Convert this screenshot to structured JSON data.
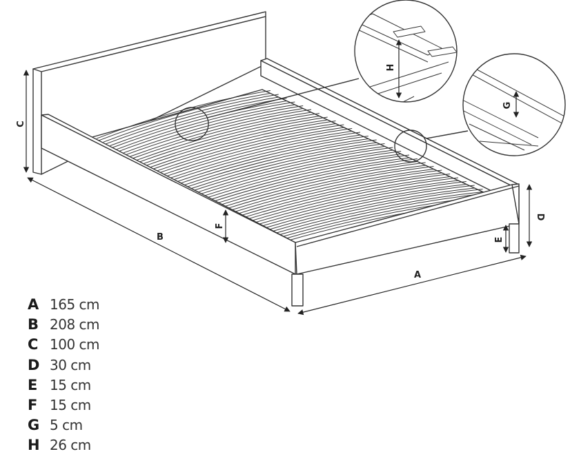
{
  "diagram": {
    "labels": {
      "A": "A",
      "B": "B",
      "C": "C",
      "D": "D",
      "E": "E",
      "F": "F",
      "G": "G",
      "H": "H"
    }
  },
  "legend": [
    {
      "letter": "A",
      "value": "165 cm"
    },
    {
      "letter": "B",
      "value": "208 cm"
    },
    {
      "letter": "C",
      "value": "100 cm"
    },
    {
      "letter": "D",
      "value": "30 cm"
    },
    {
      "letter": "E",
      "value": "15 cm"
    },
    {
      "letter": "F",
      "value": "15 cm"
    },
    {
      "letter": "G",
      "value": "5 cm"
    },
    {
      "letter": "H",
      "value": "26 cm"
    }
  ],
  "colors": {
    "line": "#333333",
    "fill": "#ffffff"
  }
}
